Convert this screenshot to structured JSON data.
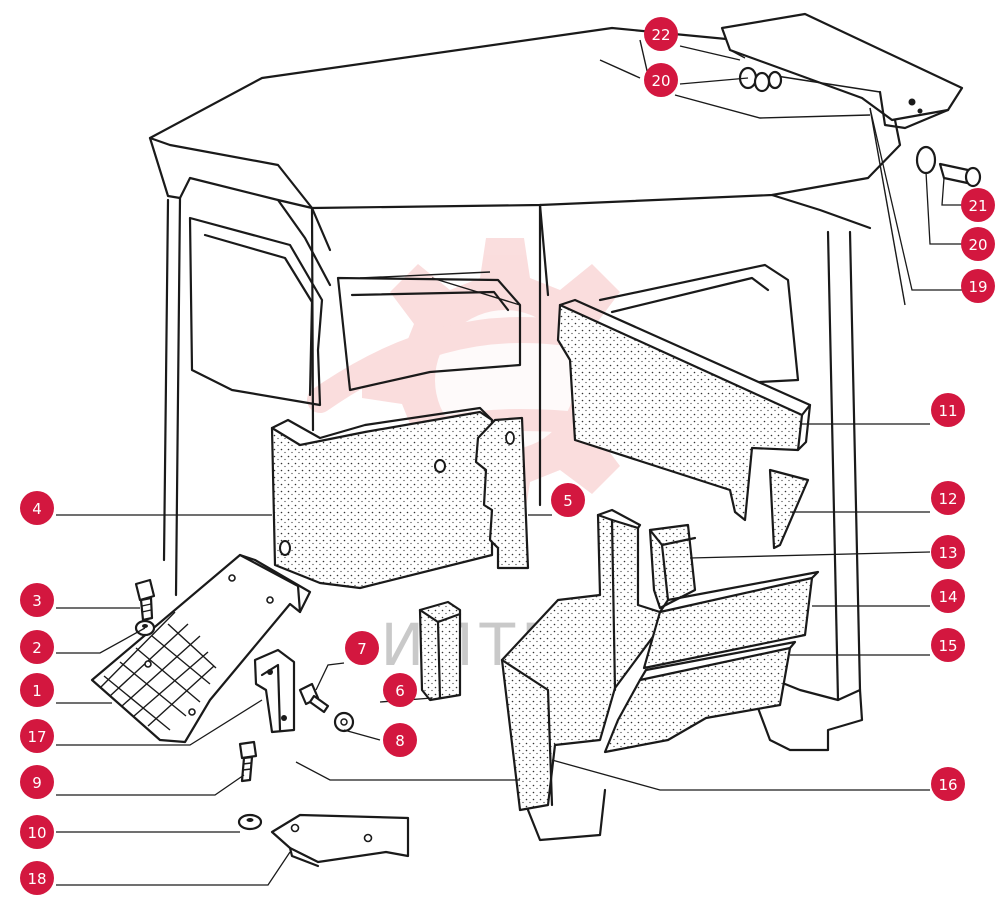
{
  "colors": {
    "callout": "#d3173f",
    "callout_text": "#ffffff",
    "line": "#1a1a1a",
    "watermark_gear": "#f4b8b8",
    "watermark_text": "#c9c9c9"
  },
  "watermark": {
    "text": "ИЛТЕХ",
    "icon": "gear-logo-icon"
  },
  "callouts": [
    {
      "id": "c22",
      "label": "22"
    },
    {
      "id": "c20a",
      "label": "20"
    },
    {
      "id": "c21",
      "label": "21"
    },
    {
      "id": "c20b",
      "label": "20"
    },
    {
      "id": "c19",
      "label": "19"
    },
    {
      "id": "c11",
      "label": "11"
    },
    {
      "id": "c12",
      "label": "12"
    },
    {
      "id": "c13",
      "label": "13"
    },
    {
      "id": "c14",
      "label": "14"
    },
    {
      "id": "c15",
      "label": "15"
    },
    {
      "id": "c16",
      "label": "16"
    },
    {
      "id": "c4",
      "label": "4"
    },
    {
      "id": "c5",
      "label": "5"
    },
    {
      "id": "c3",
      "label": "3"
    },
    {
      "id": "c2",
      "label": "2"
    },
    {
      "id": "c1",
      "label": "1"
    },
    {
      "id": "c17",
      "label": "17"
    },
    {
      "id": "c7",
      "label": "7"
    },
    {
      "id": "c6",
      "label": "6"
    },
    {
      "id": "c8",
      "label": "8"
    },
    {
      "id": "c9",
      "label": "9"
    },
    {
      "id": "c10",
      "label": "10"
    },
    {
      "id": "c18",
      "label": "18"
    }
  ]
}
